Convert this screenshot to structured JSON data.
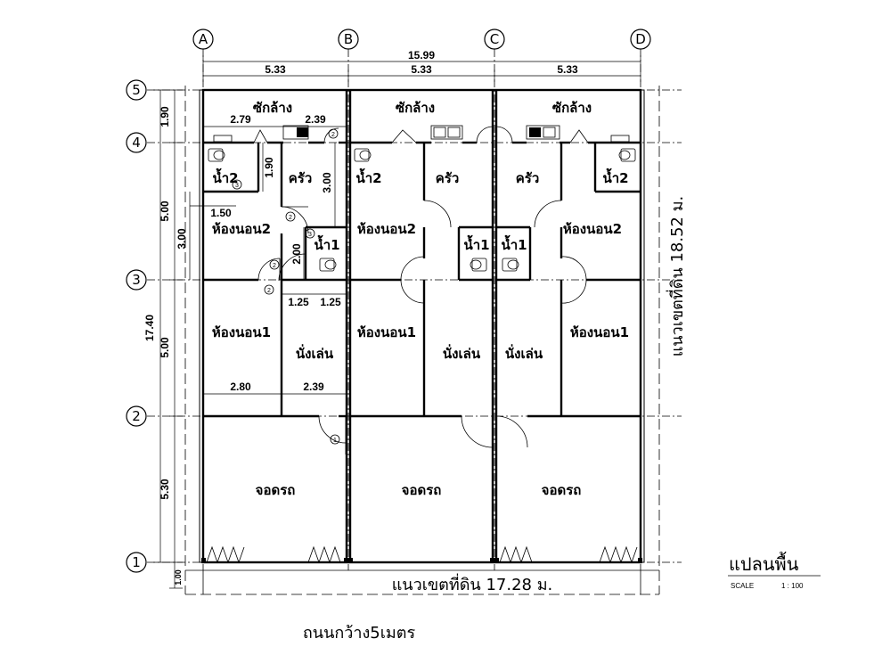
{
  "axes": {
    "columns": [
      "A",
      "B",
      "C",
      "D"
    ],
    "rows": [
      "5",
      "4",
      "3",
      "2",
      "1"
    ]
  },
  "dimensions": {
    "overall_width": "15.99",
    "bays": [
      "5.33",
      "5.33",
      "5.33"
    ],
    "left_total": "17.40",
    "left_rows": [
      "1.90",
      "5.00",
      "5.00",
      "5.30"
    ],
    "front_setback": "1.00",
    "inner": {
      "d279": "2.79",
      "d239_top": "2.39",
      "d190": "1.90",
      "d300": "3.00",
      "d150": "1.50",
      "d300_left": "3.00",
      "d200": "2.00",
      "d125a": "1.25",
      "d125b": "1.25",
      "d280": "2.80",
      "d239_bottom": "2.39"
    }
  },
  "rooms": {
    "laundry": "ซักล้าง",
    "bath2": "น้ำ2",
    "kitchen": "ครัว",
    "bedroom2": "ห้องนอน2",
    "bath1": "น้ำ1",
    "bedroom1": "ห้องนอน1",
    "living": "นั่งเล่น",
    "parking": "จอดรถ"
  },
  "door_tags": [
    "1",
    "2",
    "3"
  ],
  "boundary_right": "แนวเขตที่ดิน 18.52 ม.",
  "boundary_bottom": "แนวเขตที่ดิน 17.28 ม.",
  "road": "ถนนกว้าง5เมตร",
  "title_block": {
    "title": "แปลนพื้น",
    "scale_label": "SCALE",
    "scale_value": "1 : 100"
  }
}
